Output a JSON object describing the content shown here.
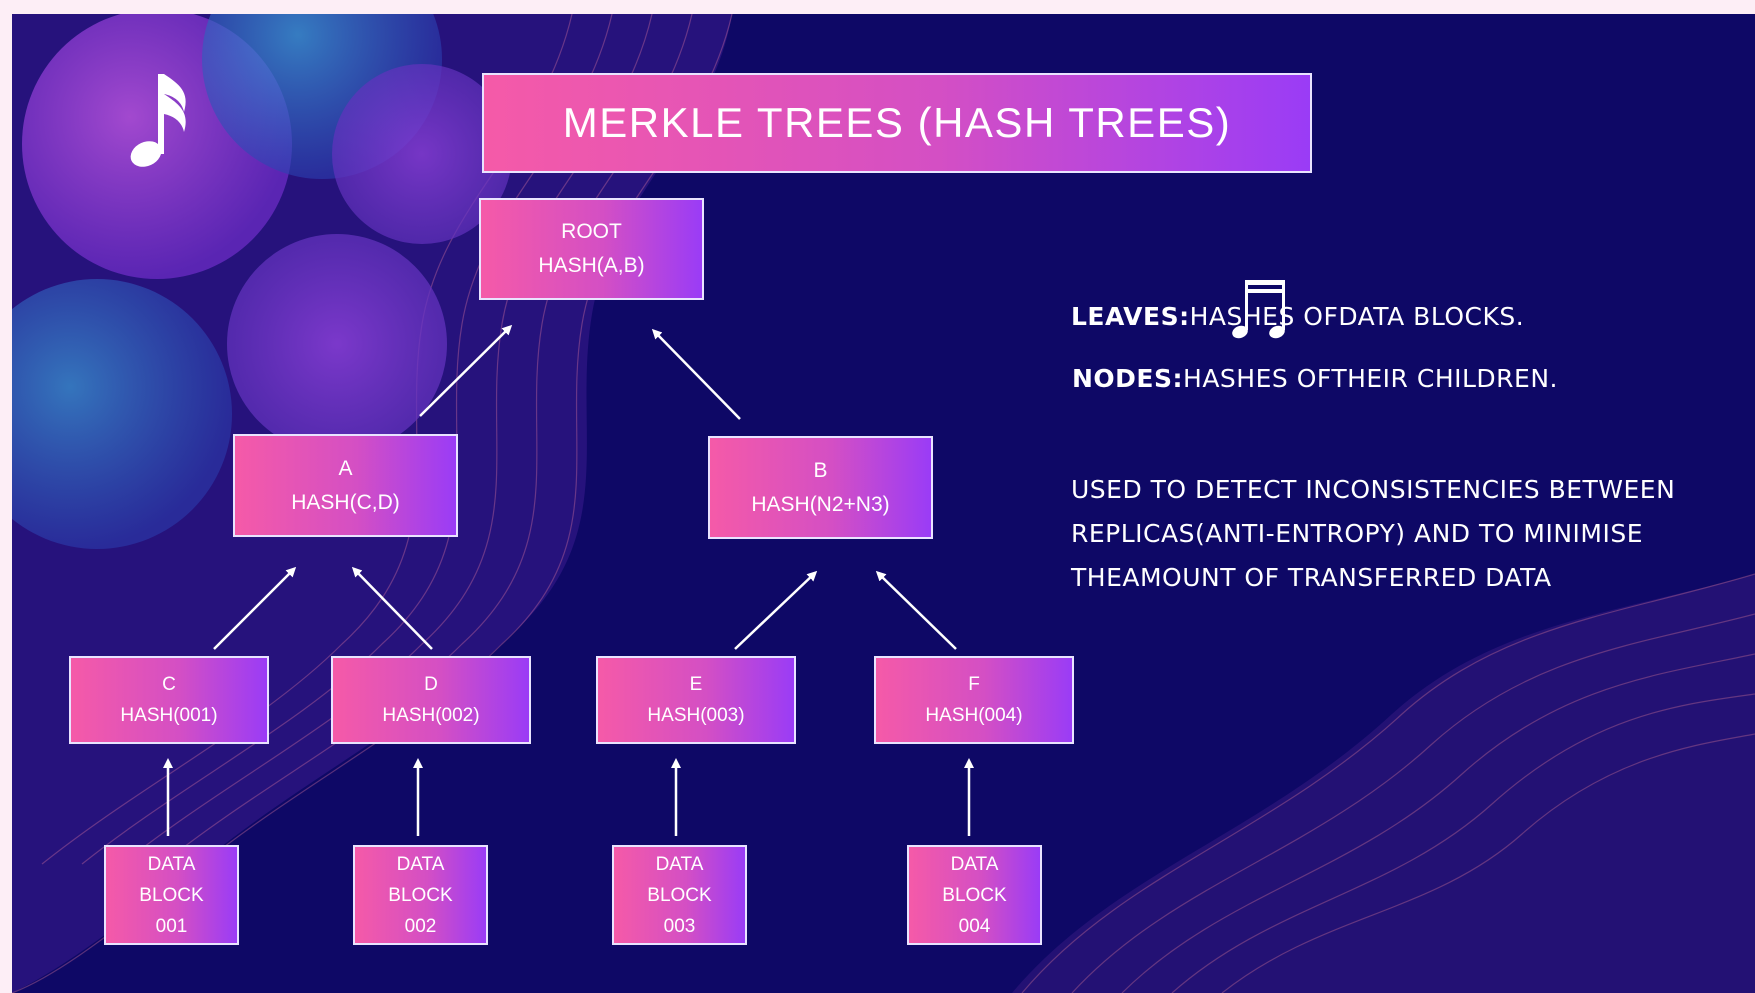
{
  "title": "MERKLE TREES (HASH TREES)",
  "root": {
    "line1": "ROOT",
    "line2": "HASH(A,B)"
  },
  "node_a": {
    "line1": "A",
    "line2": "HASH(C,D)"
  },
  "node_b": {
    "line1": "B",
    "line2": "HASH(N2+N3)"
  },
  "leaves": [
    {
      "line1": "C",
      "line2": "HASH(001)"
    },
    {
      "line1": "D",
      "line2": "HASH(002)"
    },
    {
      "line1": "E",
      "line2": "HASH(003)"
    },
    {
      "line1": "F",
      "line2": "HASH(004)"
    }
  ],
  "data_blocks": [
    {
      "line1": "DATA",
      "line2": "BLOCK",
      "line3": "001"
    },
    {
      "line1": "DATA",
      "line2": "BLOCK",
      "line3": "002"
    },
    {
      "line1": "DATA",
      "line2": "BLOCK",
      "line3": "003"
    },
    {
      "line1": "DATA",
      "line2": "BLOCK",
      "line3": "004"
    }
  ],
  "leaves_desc": {
    "label": "LEAVES:",
    "text": "HASHES OFDATA BLOCKS."
  },
  "nodes_desc": {
    "label": "NODES:",
    "text": "HASHES OFTHEIR CHILDREN."
  },
  "usage_lines": [
    "USED TO DETECT INCONSISTENCIES BETWEEN",
    "REPLICAS(ANTI-ENTROPY) AND TO MINIMISE",
    "THEAMOUNT OF TRANSFERRED DATA"
  ],
  "icons": [
    "sixteenth-note-icon",
    "beamed-notes-icon"
  ],
  "colors": {
    "background": "#0e0866",
    "box_gradient_start": "#f55aa8",
    "box_gradient_end": "#9a3cf6",
    "text": "#ffffff"
  }
}
